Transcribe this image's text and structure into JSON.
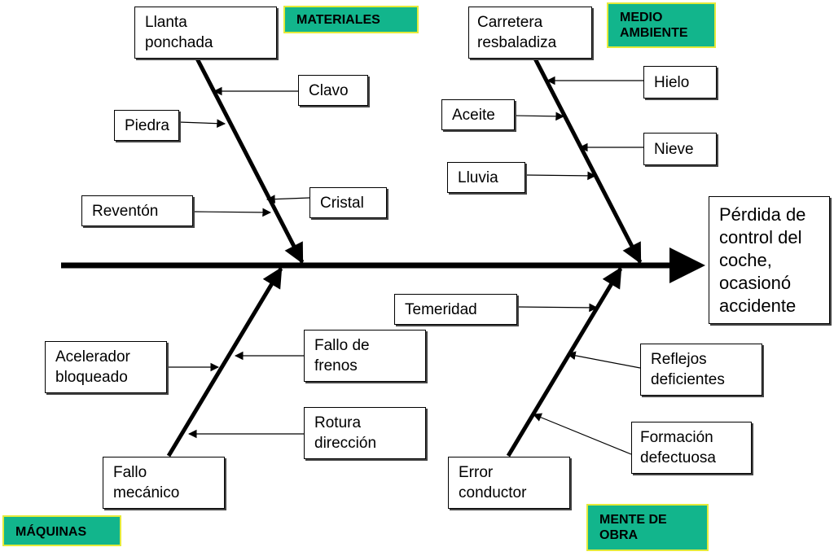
{
  "colors": {
    "category_fill": "#12b58c",
    "category_border": "#e4ea3a",
    "line": "#000000",
    "box_border": "#000000"
  },
  "effect": "Pérdida de\ncontrol del\ncoche,\nocasionó\naccidente",
  "categories": {
    "materiales": "MATERIALES",
    "medio_ambiente": "MEDIO\nAMBIENTE",
    "maquinas": "MÁQUINAS",
    "mente_de_obra": "MENTE DE\nOBRA"
  },
  "bones": {
    "llanta": "Llanta\nponchada",
    "carretera": "Carretera\nresbaladiza",
    "fallo_mecanico": "Fallo\nmecánico",
    "error_conductor": "Error\nconductor"
  },
  "causes": {
    "clavo": "Clavo",
    "piedra": "Piedra",
    "cristal": "Cristal",
    "reventon": "Reventón",
    "hielo": "Hielo",
    "aceite": "Aceite",
    "nieve": "Nieve",
    "lluvia": "Lluvia",
    "acelerador": "Acelerador\nbloqueado",
    "fallo_frenos": "Fallo de\nfrenos",
    "rotura": "Rotura\ndirección",
    "temeridad": "Temeridad",
    "reflejos": "Reflejos\ndeficientes",
    "formacion": "Formación\ndefectuosa"
  }
}
